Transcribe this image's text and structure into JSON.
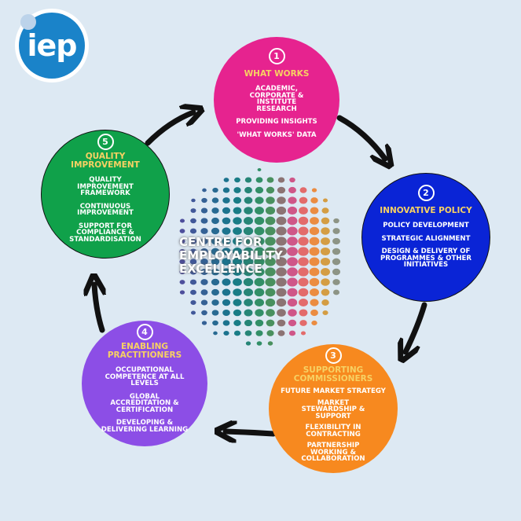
{
  "logo": {
    "text": "iep"
  },
  "centre": {
    "lines": [
      "CENTRE FOR",
      "EMPLOYABILITY",
      "EXCELLENCE"
    ]
  },
  "colors": {
    "what_works": "#e6238f",
    "innovative_policy": "#0a24d6",
    "supporting_commissioners": "#f7891f",
    "enabling_practitioners": "#8c4ee6",
    "quality_improvement": "#10a14a",
    "title": "#f7d163"
  },
  "stages": [
    {
      "num": "1",
      "title": "WHAT WORKS",
      "items": [
        "ACADEMIC, CORPORATE & INSTITUTE RESEARCH",
        "PROVIDING INSIGHTS",
        "'WHAT WORKS' DATA"
      ]
    },
    {
      "num": "2",
      "title": "INNOVATIVE POLICY",
      "items": [
        "POLICY DEVELOPMENT",
        "STRATEGIC ALIGNMENT",
        "DESIGN & DELIVERY OF PROGRAMMES & OTHER INITIATIVES"
      ]
    },
    {
      "num": "3",
      "title": "SUPPORTING COMMISSIONERS",
      "items": [
        "FUTURE MARKET STRATEGY",
        "MARKET STEWARDSHIP & SUPPORT",
        "FLEXIBILITY IN CONTRACTING",
        "PARTNERSHIP WORKING & COLLABORATION"
      ]
    },
    {
      "num": "4",
      "title": "ENABLING PRACTITIONERS",
      "items": [
        "OCCUPATIONAL COMPETENCE AT ALL LEVELS",
        "GLOBAL ACCREDITATION & CERTIFICATION",
        "DEVELOPING & DELIVERING LEARNING"
      ]
    },
    {
      "num": "5",
      "title": "QUALITY IMPROVEMENT",
      "items": [
        "QUALITY IMPROVEMENT FRAMEWORK",
        "CONTINUOUS IMPROVEMENT",
        "SUPPORT FOR COMPLIANCE & STANDARDISATION"
      ]
    }
  ]
}
